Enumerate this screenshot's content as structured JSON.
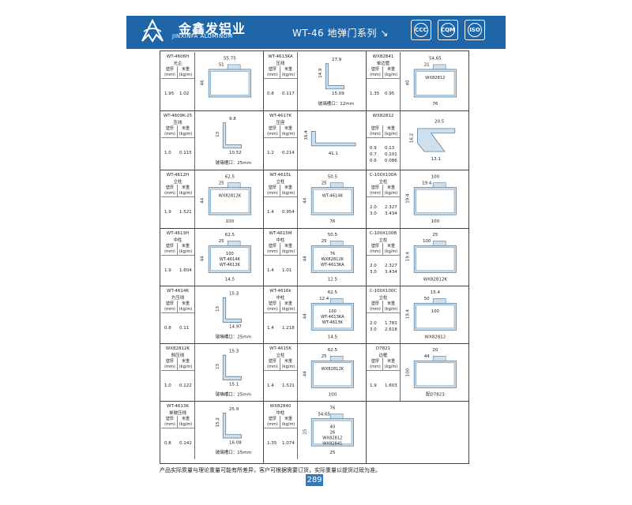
{
  "brand": {
    "name_cn": "金鑫发铝业",
    "name_en": "JINXINFA ALUMINUM"
  },
  "series_title": "WT-46 地弹门系列",
  "colors": {
    "header": "#1f66a8",
    "profile_fill": "#cfe0ec",
    "profile_stroke": "#5a7f9c",
    "page_badge": "#2e7bc4"
  },
  "certs": [
    "CCC",
    "CQM",
    "ISO"
  ],
  "spec_header": {
    "thick": "壁厚\n(mm)",
    "weight": "米重\n(kg/m)"
  },
  "cells": [
    {
      "name": "WT-4606H",
      "type": "光企",
      "rows": [
        [
          "1.95",
          "1.02"
        ]
      ],
      "dims": [
        "55.75",
        "51",
        "46"
      ]
    },
    {
      "name": "WT-4613KA",
      "type": "压线",
      "rows": [
        [
          "0.8",
          "0.117"
        ]
      ],
      "dims": [
        "27.9",
        "14.9",
        "15.09"
      ],
      "note": "玻璃槽口：12mm"
    },
    {
      "name": "WX82841",
      "type": "单边管",
      "rows": [
        [
          "1.35",
          "0.95"
        ]
      ],
      "dims": [
        "54.65",
        "21",
        "40",
        "76",
        "WX82812"
      ]
    },
    {
      "name": "WT-4609K-25",
      "type": "压线",
      "rows": [
        [
          "1.0",
          "0.115"
        ]
      ],
      "dims": [
        "9.8",
        "13",
        "10.52"
      ],
      "note": "玻璃槽口：25mm"
    },
    {
      "name": "WT-4617K",
      "type": "压座",
      "rows": [
        [
          "1.2",
          "0.214"
        ]
      ],
      "dims": [
        "16.4",
        "41.1"
      ]
    },
    {
      "name": "WX82812",
      "type": "",
      "rows": [
        [
          "0.9",
          "0.13"
        ],
        [
          "0.7",
          "0.101"
        ],
        [
          "0.6",
          "0.086"
        ]
      ],
      "dims": [
        "20.5",
        "16.2",
        "13.1"
      ]
    },
    {
      "name": "WT-4612H",
      "type": "立柱",
      "rows": [
        [
          "1.9",
          "1.521"
        ]
      ],
      "dims": [
        "62.5",
        "25",
        "44",
        "100",
        "WX82812K"
      ]
    },
    {
      "name": "WT-4615L",
      "type": "立柱",
      "rows": [
        [
          "1.4",
          "0.954"
        ]
      ],
      "dims": [
        "50.5",
        "25",
        "44",
        "76",
        "WT-4614K"
      ]
    },
    {
      "name": "C-100X100A",
      "type": "立柱",
      "rows": [
        [
          "2.0",
          "2.327"
        ],
        [
          "3.0",
          "3.434"
        ]
      ],
      "dims": [
        "100",
        "19.4",
        "19.4",
        "100"
      ]
    },
    {
      "name": "WT-4613H",
      "type": "中柱",
      "rows": [
        [
          "1.9",
          "1.604"
        ]
      ],
      "dims": [
        "62.5",
        "25",
        "44",
        "14.5",
        "100",
        "WT-4614K",
        "WT-4613K"
      ]
    },
    {
      "name": "WT-4615M",
      "type": "中柱",
      "rows": [
        [
          "1.4",
          "1.01"
        ]
      ],
      "dims": [
        "50.5",
        "25",
        "44",
        "12.5",
        "76",
        "WX82812K",
        "WT-4613KA"
      ]
    },
    {
      "name": "C-100X100B",
      "type": "立柱",
      "rows": [
        [
          "2.0",
          "2.327"
        ],
        [
          "3.0",
          "3.434"
        ]
      ],
      "dims": [
        "25",
        "100",
        "19.4",
        "WX82812K"
      ]
    },
    {
      "name": "WT-4614K",
      "type": "方压线",
      "rows": [
        [
          "0.8",
          "0.11"
        ]
      ],
      "dims": [
        "15.3",
        "13",
        "14.97"
      ],
      "note": "玻璃槽口：25mm"
    },
    {
      "name": "WT-4616k",
      "type": "中柱",
      "rows": [
        [
          "1.4",
          "1.218"
        ]
      ],
      "dims": [
        "62.5",
        "12.4",
        "44",
        "14.5",
        "100",
        "WT-4613KA",
        "WT-4613K"
      ]
    },
    {
      "name": "C-100X100C",
      "type": "立柱",
      "rows": [
        [
          "2.0",
          "1.783"
        ],
        [
          "3.0",
          "2.618"
        ]
      ],
      "dims": [
        "15.4",
        "50",
        "19.4",
        "WX82812",
        "100"
      ]
    },
    {
      "name": "WX82812K",
      "type": "斜压线",
      "rows": [
        [
          "1.0",
          "0.122"
        ]
      ],
      "dims": [
        "15.3",
        "13",
        "15.1"
      ],
      "note": "玻璃槽口：25mm"
    },
    {
      "name": "WT-4615K",
      "type": "立柱",
      "rows": [
        [
          "1.4",
          "1.521"
        ]
      ],
      "dims": [
        "62.5",
        "25",
        "44",
        "100",
        "WX82812K"
      ]
    },
    {
      "name": "D7821",
      "type": "边框",
      "rows": [
        [
          "1.9",
          "1.603"
        ]
      ],
      "dims": [
        "20",
        "44",
        "100",
        "配D7823"
      ]
    },
    {
      "name": "WT-4613K",
      "type": "单玻压线",
      "rows": [
        [
          "0.8",
          "0.142"
        ]
      ],
      "dims": [
        "25.9",
        "15.2",
        "16.08"
      ],
      "note": "玻璃槽口：15mm"
    },
    {
      "name": "WX82840",
      "type": "中柱",
      "rows": [
        [
          "1.35",
          "1.074"
        ]
      ],
      "dims": [
        "76",
        "54.65",
        "15",
        "25",
        "40",
        "26",
        "WX82812",
        "WX82841"
      ]
    }
  ],
  "footer_note": "产品实际质量与理论重量可能有所差异，客户可根据需要订货，实际重量以提货过磅为准。",
  "page_number": "289"
}
